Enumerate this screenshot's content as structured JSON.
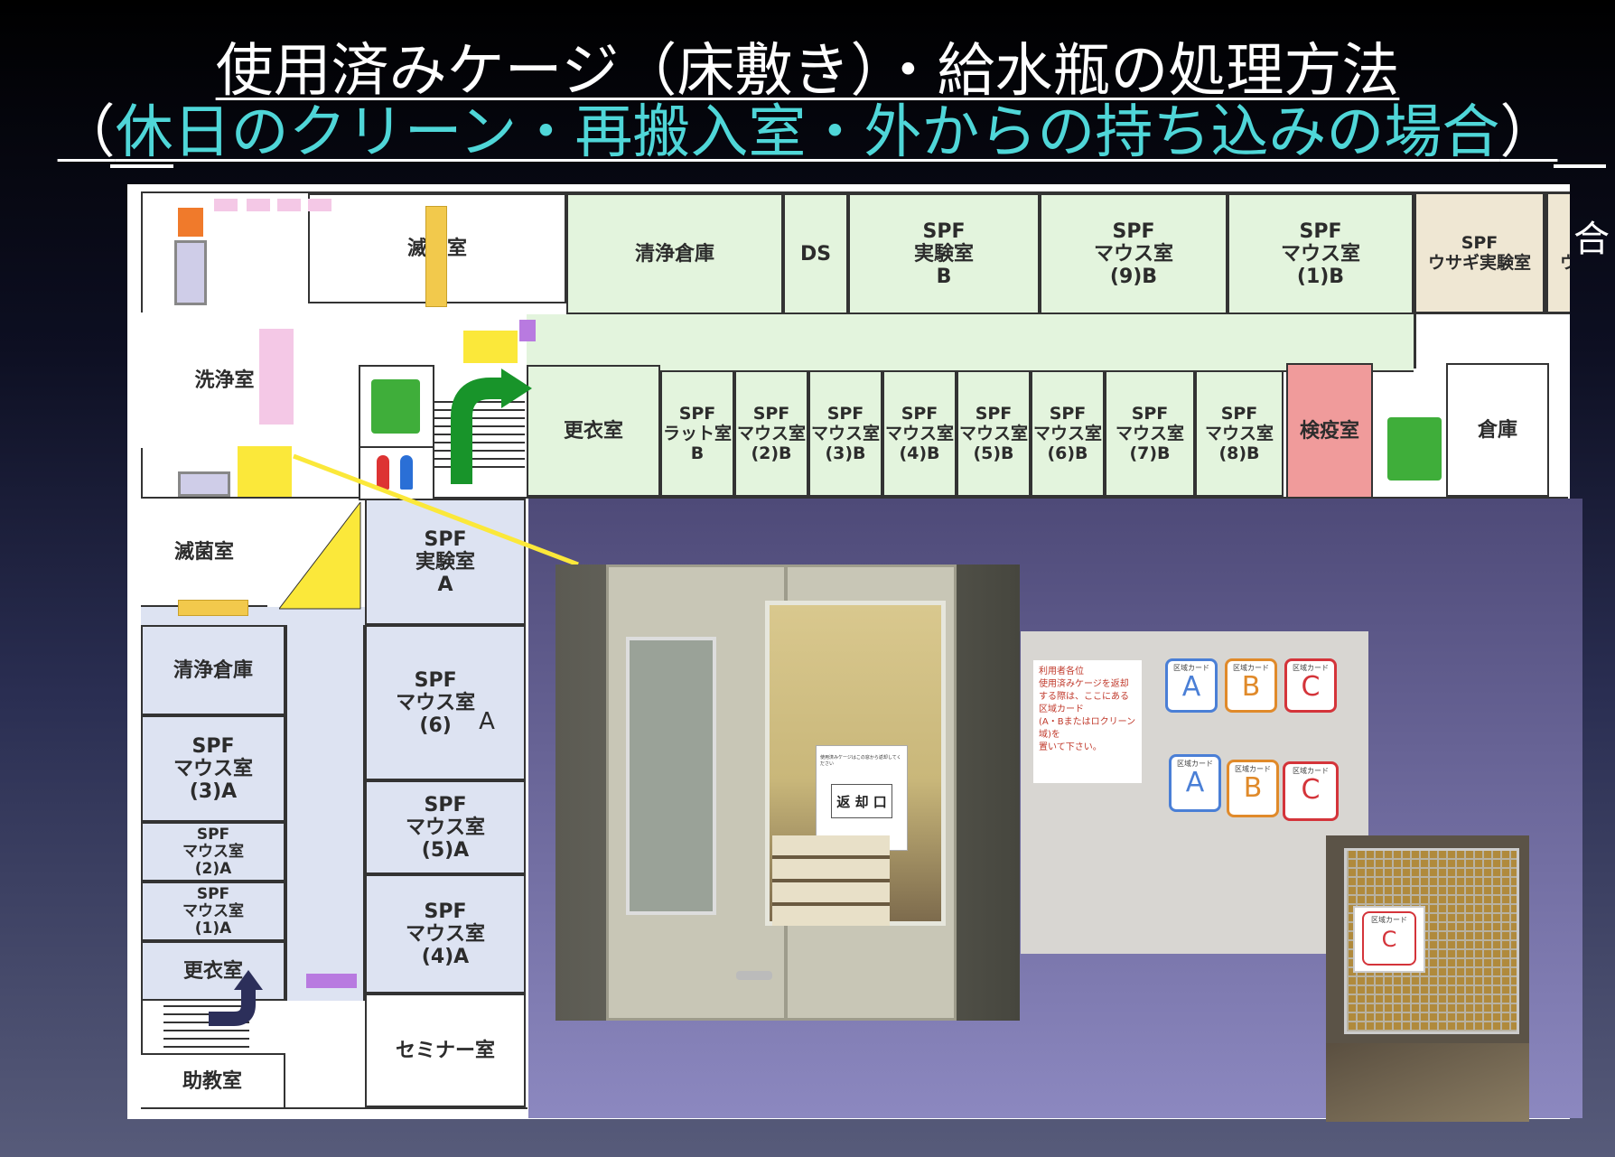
{
  "title": {
    "line1": "使用済みケージ（床敷き）・給水瓶の処理方法",
    "line2_open": "（",
    "line2": "休日のクリーン・再搬入室・外からの持ち込みの場合",
    "line2_close": "）",
    "side_char": "合"
  },
  "colors": {
    "title_accent": "#4fd6d8",
    "clean_area": "#e3f4dd",
    "spf_a_area": "#dde3f2",
    "rabbit_area": "#efe7d3",
    "quarantine": "#f09b9b",
    "highlight": "#fbe83a",
    "route_arrow": "#18942a"
  },
  "floor_plan": {
    "top_rooms": {
      "sterilization": "滅菌室",
      "clean_storage": "清浄倉庫",
      "ds": "DS",
      "spf_lab_b": "SPF\n実験室\nB",
      "spf_mouse_9b": "SPF\nマウス室\n(9)B",
      "spf_mouse_1b": "SPF\nマウス室\n(1)B",
      "spf_rabbit_lab": "SPF\nウサギ実験室",
      "spf_rabbit_breeding": "SPF\nウサギ飼育室"
    },
    "mid_rooms": {
      "washing": "洗浄室",
      "changing_b": "更衣室",
      "spf_rat_b": "SPF\nラット室\nB",
      "spf_mouse_2b": "SPF\nマウス室\n(2)B",
      "spf_mouse_3b": "SPF\nマウス室\n(3)B",
      "spf_mouse_4b": "SPF\nマウス室\n(4)B",
      "spf_mouse_5b": "SPF\nマウス室\n(5)B",
      "spf_mouse_6b": "SPF\nマウス室\n(6)B",
      "spf_mouse_7b": "SPF\nマウス室\n(7)B",
      "spf_mouse_8b": "SPF\nマウス室\n(8)B",
      "quarantine": "検疫室",
      "storage": "倉庫"
    },
    "left_rooms": {
      "sterilization_2": "滅菌室",
      "spf_lab_a": "SPF\n実験室\nA",
      "clean_storage_2": "清浄倉庫",
      "spf_mouse_6a": "SPF\nマウス室\n(6)",
      "spf_mouse_6a_letter": "A",
      "spf_mouse_3a": "SPF\nマウス室\n(3)A",
      "spf_mouse_2a": "SPF\nマウス室\n(2)A",
      "spf_mouse_1a": "SPF\nマウス室\n(1)A",
      "spf_mouse_5a": "SPF\nマウス室\n(5)A",
      "spf_mouse_4a": "SPF\nマウス室\n(4)A",
      "changing_a": "更衣室",
      "seminar": "セミナー室",
      "assistant_prof": "助教室"
    }
  },
  "photos": {
    "door_sign": "返 却 口",
    "door_sign_small": "使用済みケージはこの窓から返却してください",
    "notice_text": "利用者各位\n使用済みケージを返却\nする際は、ここにある\n区域カード\n(A・Bまたはロクリーン域)を\n置いて下さい。",
    "card_label": "区域カード",
    "card_a": "A",
    "card_b": "B",
    "card_c": "C",
    "cage_card_label": "区域カード",
    "cage_card_value": "C"
  }
}
